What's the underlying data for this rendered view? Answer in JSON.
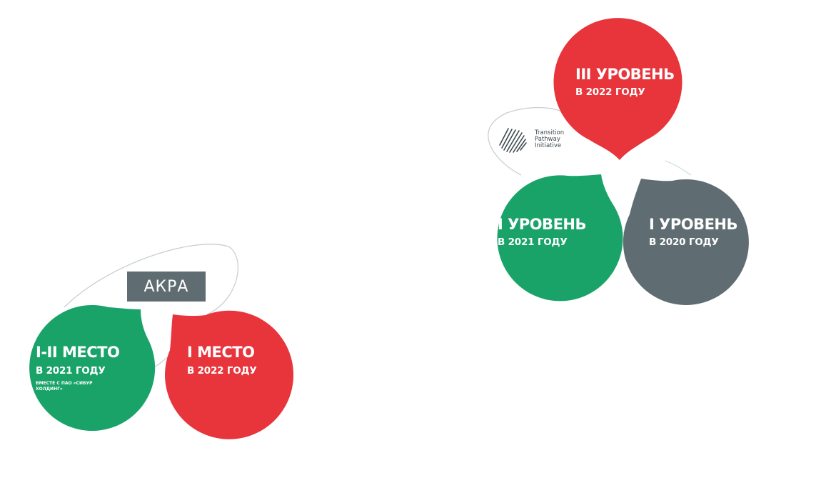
{
  "left_group": {
    "logo_text": "АКРА",
    "green": {
      "title": "I-II МЕСТО",
      "year": "В 2021 ГОДУ",
      "note": "ВМЕСТЕ С ПАО «СИБУР ХОЛДИНГ»",
      "color": "#1aa368"
    },
    "red": {
      "title": "I МЕСТО",
      "year": "В 2022 ГОДУ",
      "color": "#e8343b"
    }
  },
  "right_group": {
    "logo_lines": [
      "Transition",
      "Pathway",
      "Initiative"
    ],
    "red": {
      "title": "III УРОВЕНЬ",
      "year": "В 2022 ГОДУ",
      "color": "#e8343b"
    },
    "green": {
      "title": "I УРОВЕНЬ",
      "year": "В 2021 ГОДУ",
      "color": "#1aa368"
    },
    "gray": {
      "title": "I УРОВЕНЬ",
      "year": "В 2020 ГОДУ",
      "color": "#5f6d72"
    }
  }
}
